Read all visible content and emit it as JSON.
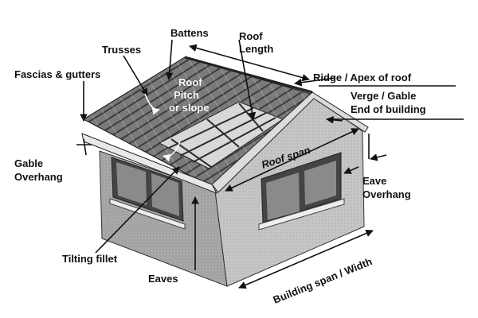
{
  "labels": {
    "battens": "Battens",
    "roof_length": "Roof\nLength",
    "trusses": "Trusses",
    "fascias_gutters": "Fascias & gutters",
    "roof_pitch": "Roof\nPitch\nor slope",
    "ridge": "Ridge / Apex of roof",
    "verge_gable": "Verge / Gable\nEnd of building",
    "roof_span": "Roof span",
    "gable_overhang": "Gable\nOverhang",
    "eave_overhang": "Eave\nOverhang",
    "tilting_fillet": "Tilting fillet",
    "eaves": "Eaves",
    "building_span": "Building span / Width"
  },
  "colors": {
    "wall": "#c9c9c9",
    "wall_shadow": "#9a9a9a",
    "roof_tile": "#6e6e6e",
    "fascia": "#e6e6e6",
    "window": "#555555"
  }
}
